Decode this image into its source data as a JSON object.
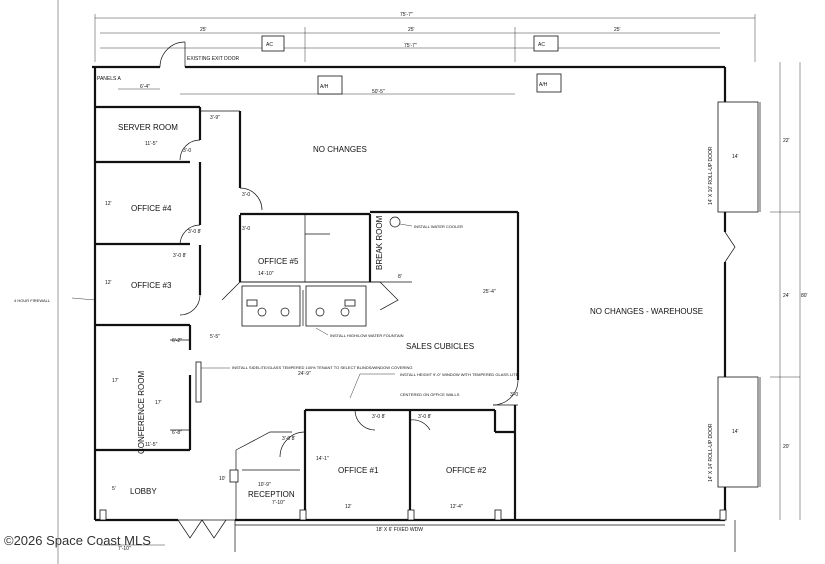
{
  "dimensions": {
    "overall_width": "75'-7\"",
    "seg1": "25'",
    "seg2": "25'",
    "seg3": "25'",
    "inner_width": "75'-7\"",
    "interior_width": "50'-5\"",
    "left_small": "6'-4\"",
    "server_w": "11'-5\"",
    "server_door_w": "3'-9\"",
    "office4_h": "12'",
    "office3_h": "12'",
    "conf_h": "17'",
    "conf_inner": "17'",
    "conf_w": "11'-5\"",
    "conf_top": "6'-2\"",
    "conf_bot": "6'-8\"",
    "office5_w": "14'-10\"",
    "break_w": "8'",
    "sales_h": "25'-4\"",
    "corridor_h": "24'-9\"",
    "office1_h": "14'-1\"",
    "office1_w": "12'",
    "office2_w": "12'-4\"",
    "reception_w": "10'-9\"",
    "reception_h": "7'-10\"",
    "right_total": "80'",
    "right_top": "22'",
    "right_mid": "24'",
    "right_bot": "20'",
    "door_h": "14'",
    "lobby_left": "5'",
    "bottom_small": "7'-10\"",
    "hall_w": "5'-5\"",
    "sales_door": "3'-0",
    "lobby_h": "10'"
  },
  "doors": {
    "d30_server": "3'-0",
    "d30_hall": "3'-0",
    "d30_office5": "3'-0",
    "d30_office4": "3'-0 8'",
    "d30_office3": "3'-0 8'",
    "d30_office1": "3'-0 8'",
    "d30_office2": "3'-0 8'",
    "d30_recep": "3'-0 8'",
    "d30_sales": "3'-0",
    "d30_recep2": "3'-0"
  },
  "labels": {
    "ac1": "AC",
    "ac2": "AC",
    "ah1": "A/H",
    "ah2": "A/H",
    "exit_door": "EXISTING EXIT DOOR",
    "panels": "PANELS A",
    "server_room": "SERVER ROOM",
    "no_changes": "NO CHANGES",
    "office4": "OFFICE #4",
    "office3": "OFFICE #3",
    "office5": "OFFICE #5",
    "break_room": "BREAK ROOM",
    "conference_room": "CONFERENCE ROOM",
    "sales_cubicles": "SALES CUBICLES",
    "office1": "OFFICE #1",
    "office2": "OFFICE #2",
    "lobby": "LOBBY",
    "reception": "RECEPTION",
    "warehouse": "NO CHANGES - WAREHOUSE",
    "door_top": "14' X 10' ROLL-UP DOOR",
    "door_bot": "14' X 14' ROLL-UP DOOR",
    "window": "18' X 6' FIXED WDW",
    "firewall": "4 HOUR FIREWALL",
    "watermark": "©2026 Space Coast MLS"
  },
  "notes": {
    "water_cooler": "INSTALL WATER COOLER",
    "fountain": "INSTALL HIGH/LOW WATER FOUNTAIN",
    "conf_note": "INSTALL SIDELITE/GLASS TEMPERED 100% TENANT TO SELECT BLINDS/WINDOW COVERING",
    "sales_note": "INSTALL HEIGHT 9'-0\" WINDOW WITH TEMPERED GLASS LITE",
    "sales_note2": "CENTERED ON OFFICE WALLS"
  }
}
